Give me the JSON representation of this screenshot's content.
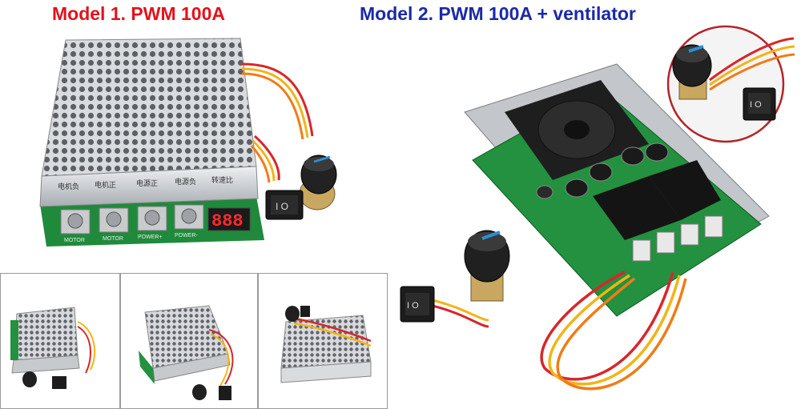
{
  "titles": {
    "model1": "Model 1. PWM 100A",
    "model2": "Model 2. PWM 100A + ventilator"
  },
  "board1": {
    "pcb_top_labels": [
      "电机负",
      "电机正",
      "电源正",
      "电源负",
      "转速比"
    ],
    "pcb_bottom_labels": [
      "MOTOR",
      "MOTOR",
      "POWER+",
      "POWER-"
    ],
    "display_value": "888",
    "switch_label": "I O"
  },
  "board2": {
    "switch_label": "I O"
  },
  "inset": {
    "switch_label": "I O"
  },
  "colors": {
    "model1_title": "#e3111b",
    "model2_title": "#1b2aa6",
    "pcb": "#1f8a3c",
    "display_digits": "#ff2a2a",
    "knob_indicator": "#2a8fd6"
  }
}
